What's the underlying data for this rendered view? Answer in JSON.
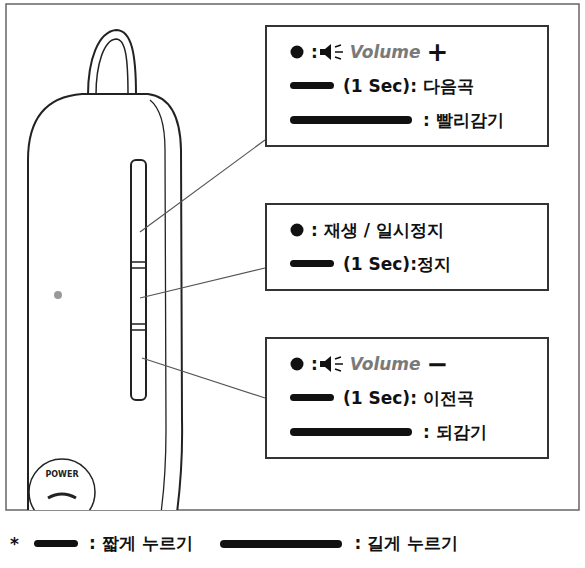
{
  "diagram": {
    "nodes": [
      {
        "text": [
          ":",
          "Volume",
          "+",
          "(1 Sec): 다음곡",
          ": 빨리감기"
        ]
      },
      {
        "text": [
          ": 재생 / 일시정지",
          "(1 Sec):정지"
        ]
      },
      {
        "text": [
          ":",
          "Volume",
          "−",
          "(1 Sec): 이전곡",
          ": 되감기"
        ]
      }
    ],
    "labels": [
      "POWER",
      "*"
    ],
    "legend": [
      {
        "text": ": 짧게 누르기"
      },
      {
        "text": ": 길게 누르기"
      }
    ]
  }
}
